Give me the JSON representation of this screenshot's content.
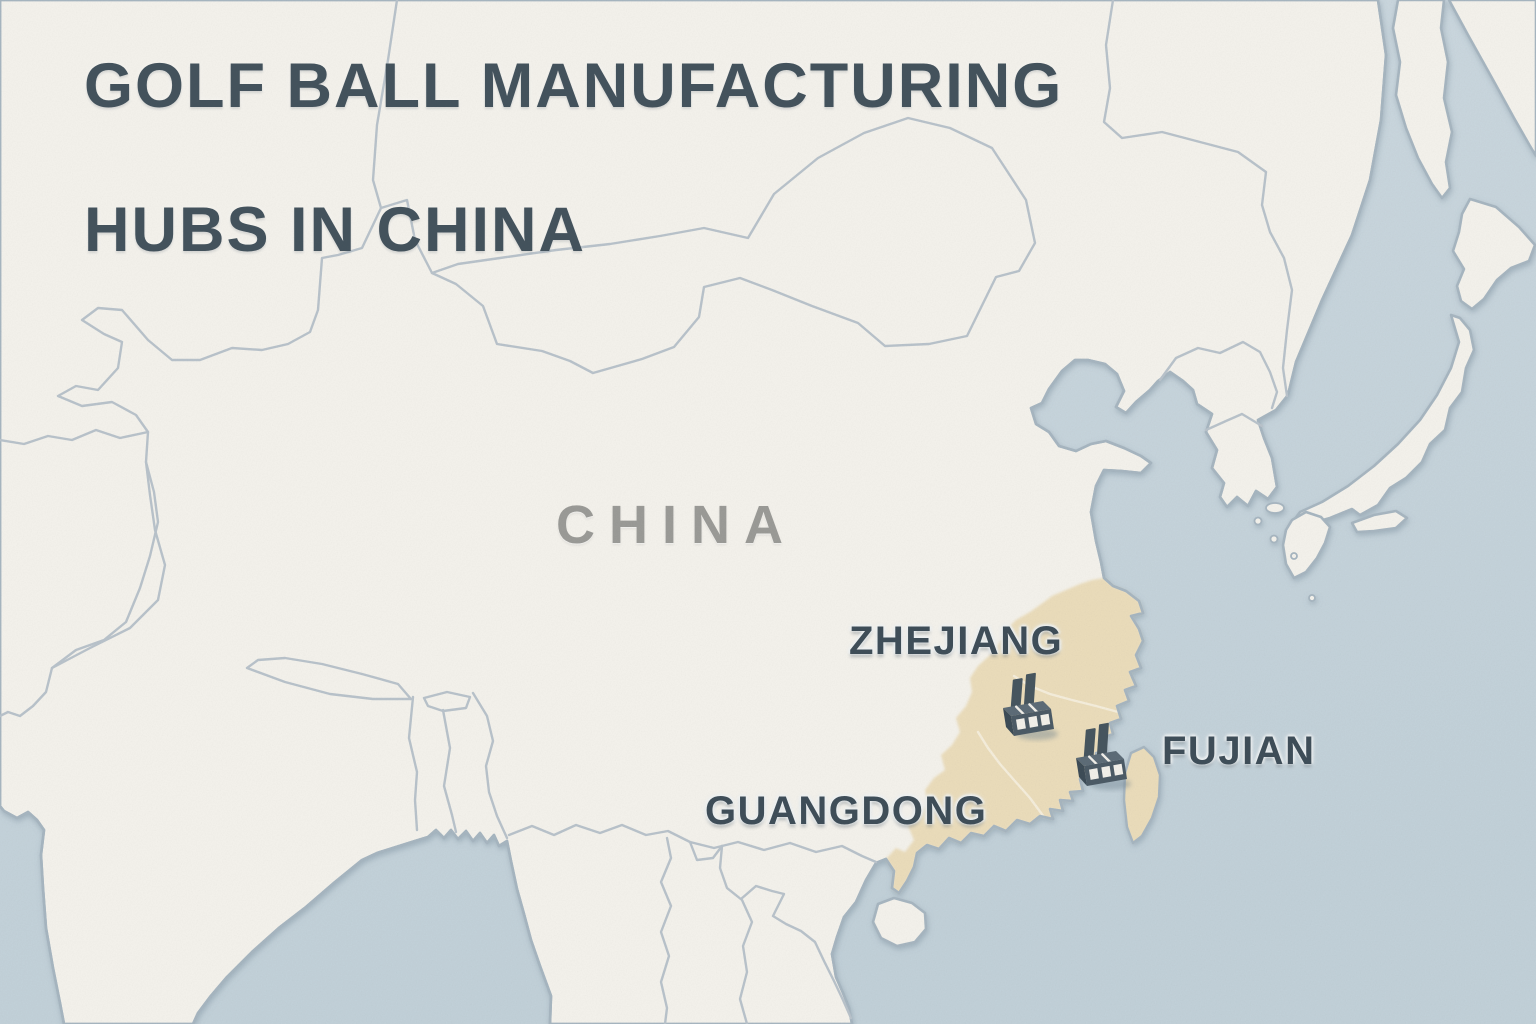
{
  "title": {
    "line1": "GOLF BALL MANUFACTURING",
    "line2": "HUBS IN CHINA"
  },
  "map": {
    "country_label": "CHINA",
    "regions": [
      {
        "id": "zhejiang",
        "label": "ZHEJIANG",
        "highlighted": true
      },
      {
        "id": "fujian",
        "label": "FUJIAN",
        "highlighted": true
      },
      {
        "id": "guangdong",
        "label": "GUANGDONG",
        "highlighted": true
      }
    ],
    "markers": [
      {
        "id": "factory-zhejiang",
        "icon": "factory-icon"
      },
      {
        "id": "factory-fujian",
        "icon": "factory-icon"
      }
    ]
  },
  "colors": {
    "sea-light": "#cdd9e0",
    "sea-deep": "#c2d1d9",
    "land": "#f4f2ec",
    "highlight": "#ebddbb",
    "coast": "#a7b6c1",
    "border": "#b9c3cb",
    "divider": "#f6eedd",
    "title-text": "#44535d",
    "country-text": "#9b9b97",
    "region-text": "#3f4e59",
    "factory-front": "#4c5b66",
    "factory-side": "#3d4c57",
    "factory-top": "#5d6c77",
    "factory-chimney": "#47565f",
    "factory-window": "#f2f0ea",
    "marker-shadow": "#6e8290"
  }
}
